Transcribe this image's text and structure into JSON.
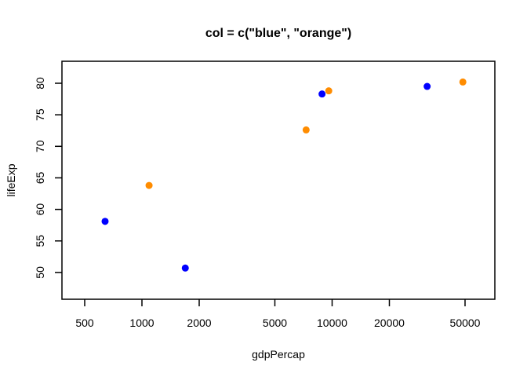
{
  "chart_data": {
    "type": "scatter",
    "title": "col = c(\"blue\", \"orange\")",
    "xlabel": "gdpPercap",
    "ylabel": "lifeExp",
    "x_scale": "log",
    "xlim": [
      400,
      70000
    ],
    "ylim": [
      45.8,
      83.6
    ],
    "x_ticks": [
      500,
      1000,
      2000,
      5000,
      10000,
      20000,
      50000
    ],
    "y_ticks": [
      50,
      55,
      60,
      65,
      70,
      75,
      80
    ],
    "grid": false,
    "legend": null,
    "colors": [
      "#0000FF",
      "#FF8C00"
    ],
    "points": [
      {
        "x": 640,
        "y": 58.1,
        "color": "#0000FF"
      },
      {
        "x": 1090,
        "y": 63.8,
        "color": "#FF8C00"
      },
      {
        "x": 1690,
        "y": 50.7,
        "color": "#0000FF"
      },
      {
        "x": 7300,
        "y": 72.6,
        "color": "#FF8C00"
      },
      {
        "x": 8850,
        "y": 78.3,
        "color": "#0000FF"
      },
      {
        "x": 9600,
        "y": 78.8,
        "color": "#FF8C00"
      },
      {
        "x": 31600,
        "y": 79.5,
        "color": "#0000FF"
      },
      {
        "x": 48700,
        "y": 80.2,
        "color": "#FF8C00"
      }
    ]
  }
}
